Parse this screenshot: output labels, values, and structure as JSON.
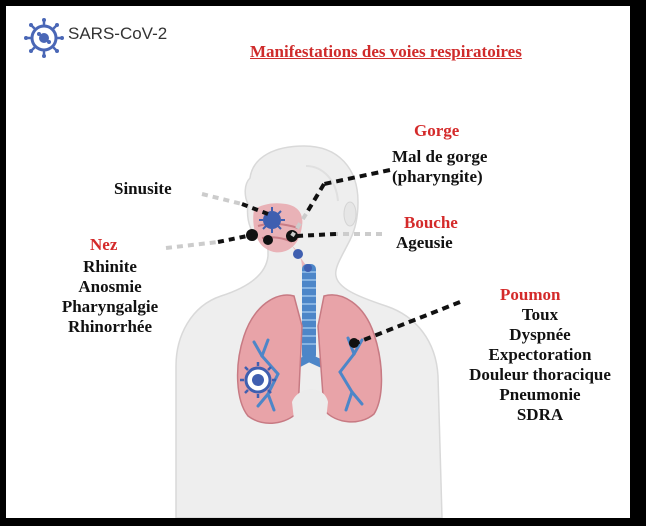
{
  "header": {
    "virus_name": "SARS-CoV-2",
    "title": "Manifestations des voies respiratoires",
    "logo_icon": "coronavirus-icon"
  },
  "labels": {
    "sinusite": "Sinusite",
    "gorge": {
      "heading": "Gorge",
      "lines": [
        "Mal de gorge",
        "(pharyngite)"
      ]
    },
    "bouche": {
      "heading": "Bouche",
      "lines": [
        "Ageusie"
      ]
    },
    "nez": {
      "heading": "Nez",
      "lines": [
        "Rhinite",
        "Anosmie",
        "Pharyngalgie",
        "Rhinorrhée"
      ]
    },
    "poumon": {
      "heading": "Poumon",
      "lines": [
        "Toux",
        "Dyspnée",
        "Expectoration",
        "Douleur thoracique",
        "Pneumonie",
        "SDRA"
      ]
    }
  },
  "colors": {
    "heading_red": "#d42a2a",
    "virus_blue": "#3f5fb0",
    "lung_pink": "#e8a3a8",
    "trachea_blue": "#4d86c8",
    "skin": "#eeeeee"
  }
}
